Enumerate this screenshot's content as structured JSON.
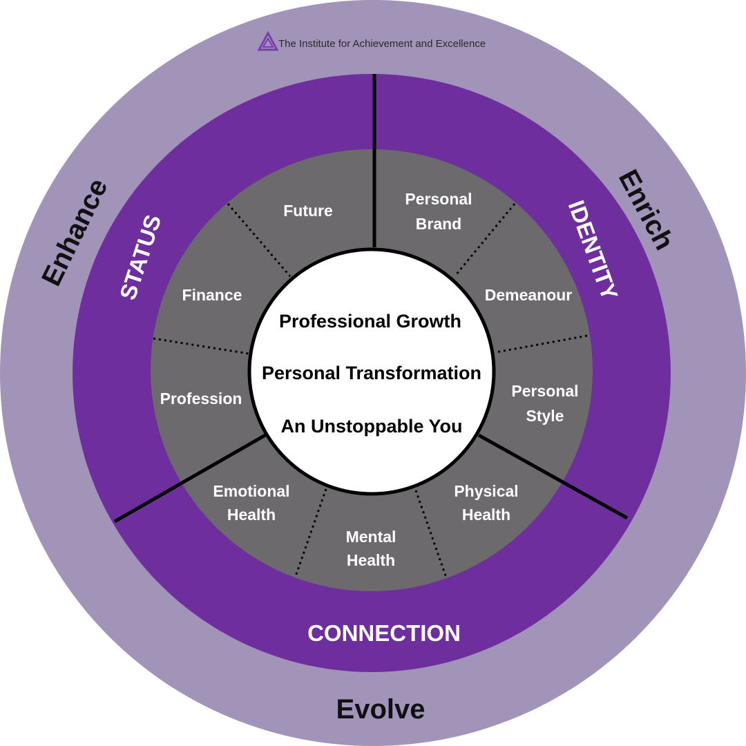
{
  "colors": {
    "outer_ring": "#a293b9",
    "middle_ring": "#6e2e9e",
    "inner_ring": "#6c6a6d",
    "center": "#ffffff",
    "divider": "#000000",
    "logo": "#7a3db0"
  },
  "logo": {
    "icon": "triangle-logo-icon",
    "text": "The Institute for Achievement and Excellence"
  },
  "center": {
    "lines": [
      "Professional Growth",
      "Personal Transformation",
      "An Unstoppable You"
    ]
  },
  "segments": [
    {
      "lines": [
        "Future"
      ]
    },
    {
      "lines": [
        "Personal",
        "Brand"
      ]
    },
    {
      "lines": [
        "Finance"
      ]
    },
    {
      "lines": [
        "Demeanour"
      ]
    },
    {
      "lines": [
        "Profession"
      ]
    },
    {
      "lines": [
        "Personal",
        "Style"
      ]
    },
    {
      "lines": [
        "Emotional",
        "Health"
      ]
    },
    {
      "lines": [
        "Physical",
        "Health"
      ]
    },
    {
      "lines": [
        "Mental",
        "Health"
      ]
    }
  ],
  "middle_ring": {
    "status": "STATUS",
    "identity": "IDENTITY",
    "connection": "CONNECTION"
  },
  "outer_ring": {
    "enhance": "Enhance",
    "enrich": "Enrich",
    "evolve": "Evolve"
  }
}
